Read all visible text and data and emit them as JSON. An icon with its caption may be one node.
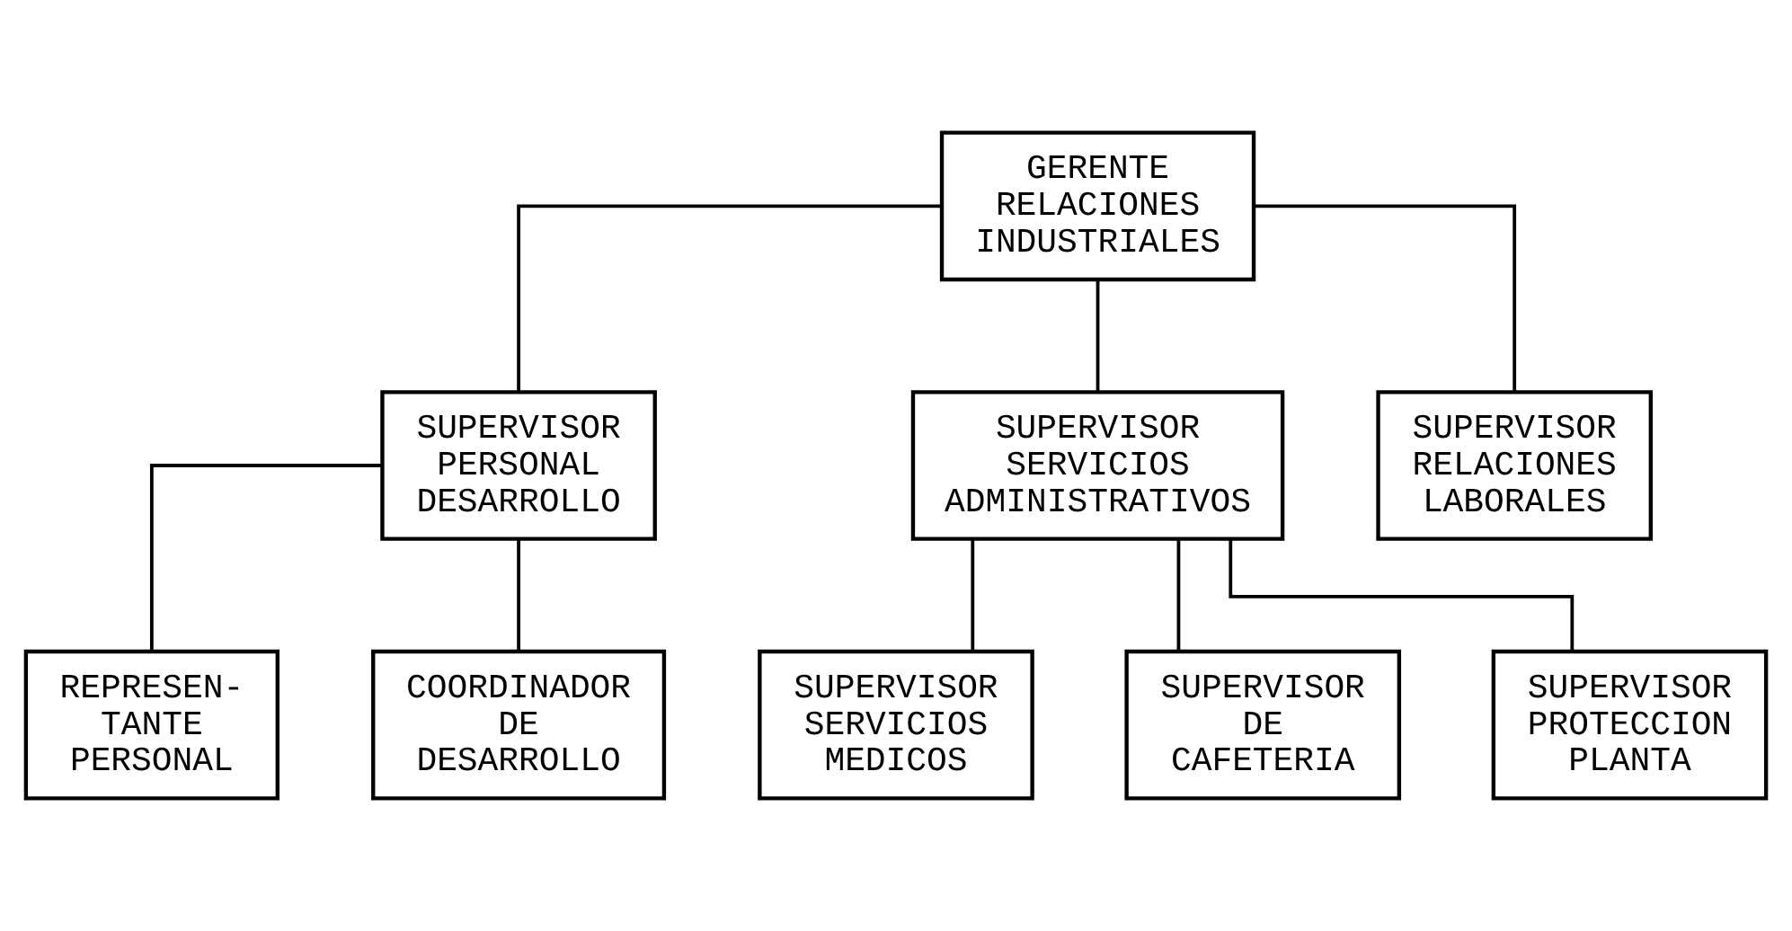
{
  "diagram": {
    "nodes": [
      {
        "text": [
          "GERENTE RELACIONES INDUSTRIALES"
        ]
      },
      {
        "text": [
          "SUPERVISOR PERSONAL DESARROLLO"
        ]
      },
      {
        "text": [
          "SUPERVISOR SERVICIOS ADMINISTRATIVOS"
        ]
      },
      {
        "text": [
          "SUPERVISOR RELACIONES LABORALES"
        ]
      },
      {
        "text": [
          "REPRESEN- TANTE PERSONAL"
        ]
      },
      {
        "text": [
          "COORDINADOR DE DESARROLLO"
        ]
      },
      {
        "text": [
          "SUPERVISOR SERVICIOS MEDICOS"
        ]
      },
      {
        "text": [
          "SUPERVISOR DE CAFETERIA"
        ]
      },
      {
        "text": [
          "SUPERVISOR PROTECCION PLANTA"
        ]
      }
    ],
    "edges": [
      {
        "from": 0,
        "to": 1,
        "arrow": "none"
      },
      {
        "from": 0,
        "to": 2,
        "arrow": "none"
      },
      {
        "from": 0,
        "to": 3,
        "arrow": "none"
      },
      {
        "from": 1,
        "to": 4,
        "arrow": "none"
      },
      {
        "from": 1,
        "to": 5,
        "arrow": "none"
      },
      {
        "from": 2,
        "to": 6,
        "arrow": "none"
      },
      {
        "from": 2,
        "to": 7,
        "arrow": "none"
      },
      {
        "from": 2,
        "to": 8,
        "arrow": "none"
      }
    ]
  }
}
